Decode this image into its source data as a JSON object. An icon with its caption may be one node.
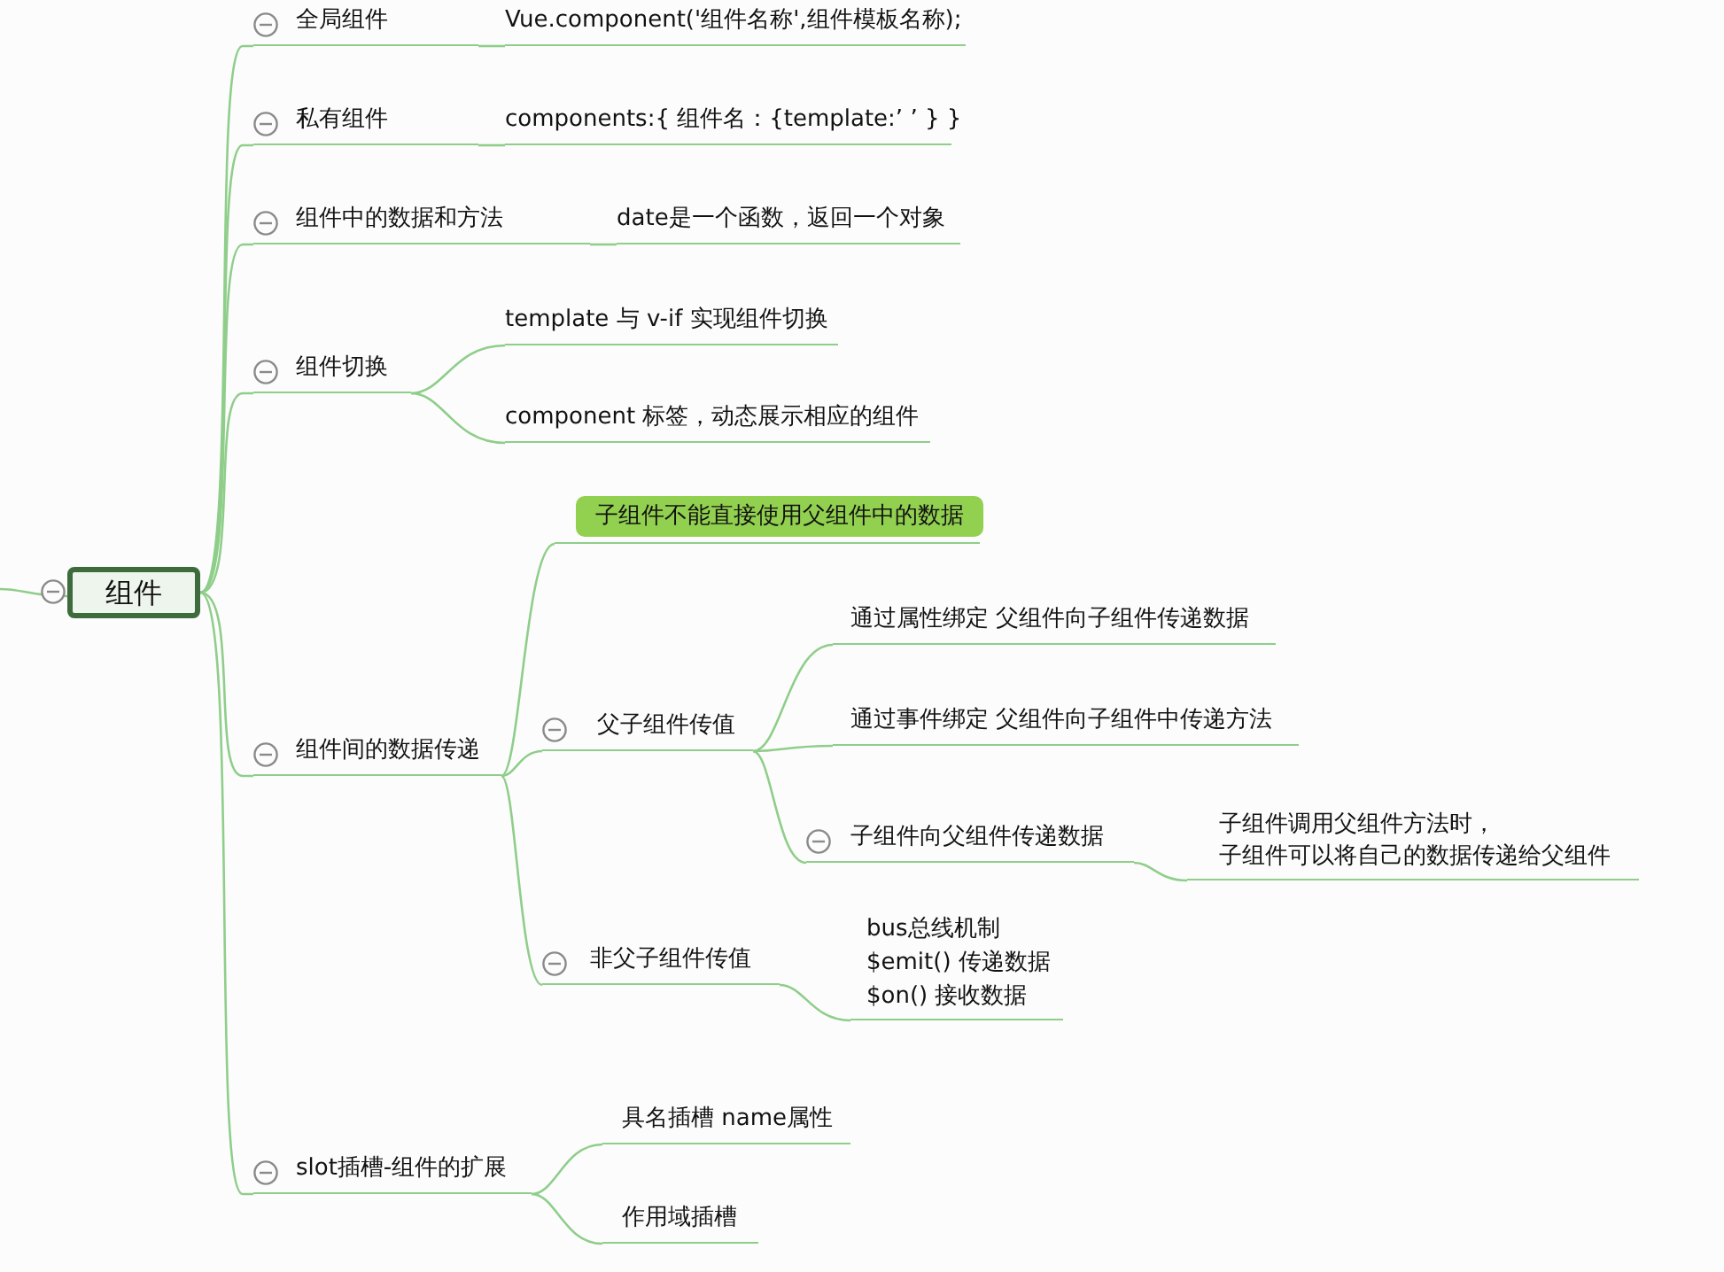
{
  "diagram": {
    "nodes": [
      {
        "text": [
          "组件"
        ]
      },
      {
        "text": [
          "全局组件"
        ]
      },
      {
        "text": [
          "Vue.component('组件名称',组件模板名称);"
        ]
      },
      {
        "text": [
          "私有组件"
        ]
      },
      {
        "text": [
          "components:{ 组件名：{template:’  ’ } }"
        ]
      },
      {
        "text": [
          "组件中的数据和方法"
        ]
      },
      {
        "text": [
          "date是一个函数，返回一个对象"
        ]
      },
      {
        "text": [
          "组件切换"
        ]
      },
      {
        "text": [
          "template 与 v-if 实现组件切换"
        ]
      },
      {
        "text": [
          "component 标签，动态展示相应的组件"
        ]
      },
      {
        "text": [
          "组件间的数据传递"
        ]
      },
      {
        "text": [
          "子组件不能直接使用父组件中的数据"
        ]
      },
      {
        "text": [
          "父子组件传值"
        ]
      },
      {
        "text": [
          "通过属性绑定 父组件向子组件传递数据"
        ]
      },
      {
        "text": [
          "通过事件绑定 父组件向子组件中传递方法"
        ]
      },
      {
        "text": [
          "子组件向父组件传递数据"
        ]
      },
      {
        "text": [
          "子组件调用父组件方法时，子组件可以将自己的数据传递给父组件"
        ]
      },
      {
        "text": [
          "非父子组件传值"
        ]
      },
      {
        "text": [
          "bus总线机制",
          "$emit() 传递数据",
          "$on() 接收数据"
        ]
      },
      {
        "text": [
          "slot插槽-组件的扩展"
        ]
      },
      {
        "text": [
          "具名插槽 name属性"
        ]
      },
      {
        "text": [
          "作用域插槽"
        ]
      }
    ],
    "edges": [
      {
        "from": null,
        "to": 0,
        "arrow": "none"
      },
      {
        "from": 0,
        "to": 1,
        "arrow": "none"
      },
      {
        "from": 0,
        "to": 3,
        "arrow": "none"
      },
      {
        "from": 0,
        "to": 5,
        "arrow": "none"
      },
      {
        "from": 0,
        "to": 7,
        "arrow": "none"
      },
      {
        "from": 0,
        "to": 10,
        "arrow": "none"
      },
      {
        "from": 0,
        "to": 19,
        "arrow": "none"
      },
      {
        "from": 1,
        "to": 2,
        "arrow": "none"
      },
      {
        "from": 3,
        "to": 4,
        "arrow": "none"
      },
      {
        "from": 5,
        "to": 6,
        "arrow": "none"
      },
      {
        "from": 7,
        "to": 8,
        "arrow": "none"
      },
      {
        "from": 7,
        "to": 9,
        "arrow": "none"
      },
      {
        "from": 10,
        "to": 11,
        "arrow": "none"
      },
      {
        "from": 10,
        "to": 12,
        "arrow": "none"
      },
      {
        "from": 10,
        "to": 17,
        "arrow": "none"
      },
      {
        "from": 12,
        "to": 13,
        "arrow": "none"
      },
      {
        "from": 12,
        "to": 14,
        "arrow": "none"
      },
      {
        "from": 12,
        "to": 15,
        "arrow": "none"
      },
      {
        "from": 15,
        "to": 16,
        "arrow": "none"
      },
      {
        "from": 17,
        "to": 18,
        "arrow": "none"
      },
      {
        "from": 19,
        "to": 20,
        "arrow": "none"
      },
      {
        "from": 19,
        "to": 21,
        "arrow": "none"
      }
    ]
  }
}
